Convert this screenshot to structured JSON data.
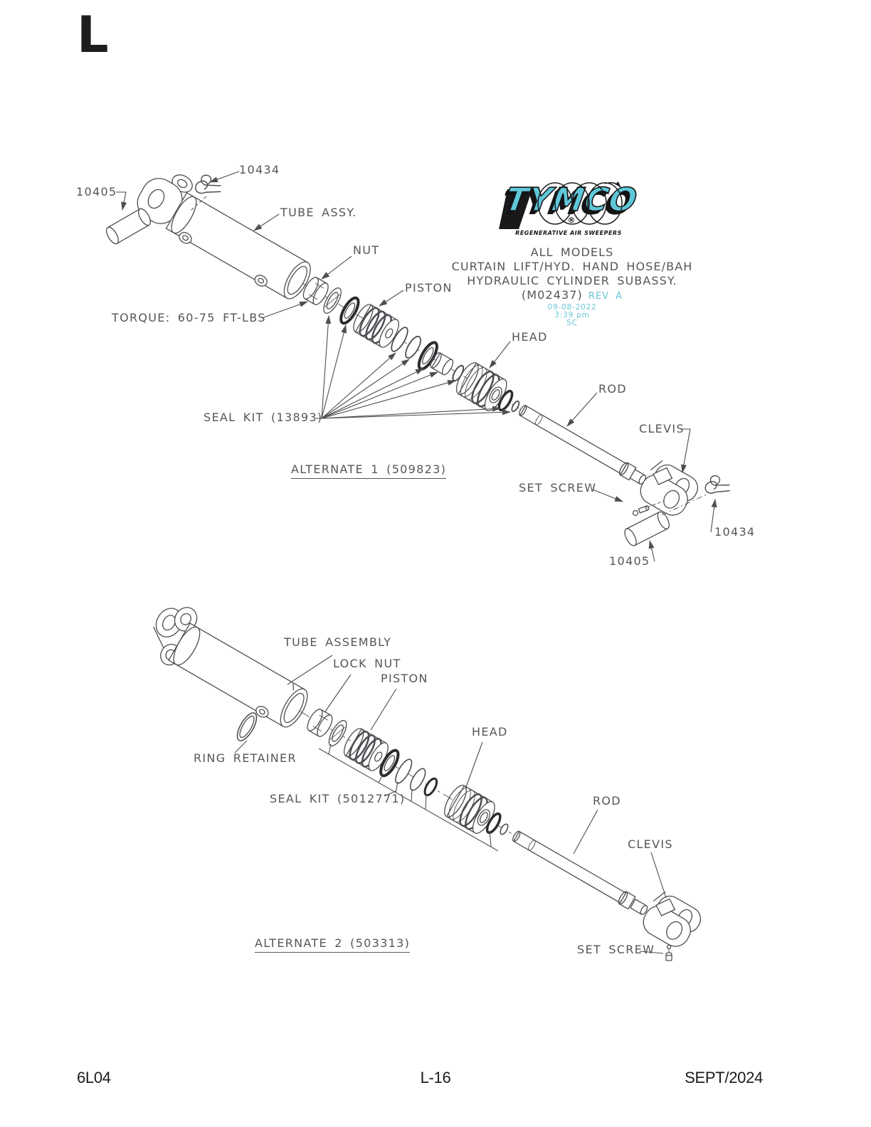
{
  "page": {
    "section_letter": "L"
  },
  "logo": {
    "brand": "TYMCO",
    "registered_mark": "®",
    "tagline": "REGENERATIVE AIR SWEEPERS",
    "brand_color": "#5fc8da"
  },
  "title_block": {
    "line1": "ALL MODELS",
    "line2": "CURTAIN LIFT/HYD. HAND HOSE/BAH",
    "line3": "HYDRAULIC CYLINDER SUBASSY.",
    "number": "(M02437)",
    "revision": "REV A",
    "date": "09-08-2022",
    "time": "3:39 pm",
    "initials": "SC",
    "accent_color": "#6cc5d9"
  },
  "alternate1": {
    "caption": "ALTERNATE 1 (509823)",
    "labels": {
      "clip_top": "10434",
      "pin_top": "10405",
      "tube": "TUBE ASSY.",
      "nut": "NUT",
      "piston": "PISTON",
      "torque": "TORQUE: 60-75 FT-LBS",
      "head": "HEAD",
      "rod": "ROD",
      "seal_kit": "SEAL KIT (13893)",
      "clevis": "CLEVIS",
      "set_screw": "SET SCREW",
      "clip_bottom": "10434",
      "pin_bottom": "10405"
    }
  },
  "alternate2": {
    "caption": "ALTERNATE 2 (503313)",
    "labels": {
      "tube": "TUBE ASSEMBLY",
      "lock_nut": "LOCK NUT",
      "piston": "PISTON",
      "ring_retainer": "RING RETAINER",
      "seal_kit": "SEAL KIT (5012771)",
      "head": "HEAD",
      "rod": "ROD",
      "clevis": "CLEVIS",
      "set_screw": "SET SCREW"
    }
  },
  "footer": {
    "left": "6L04",
    "center": "L-16",
    "right": "SEPT/2024"
  },
  "colors": {
    "ink": "#4c4e52",
    "text": "#54565a",
    "accent": "#6cc5d9"
  }
}
